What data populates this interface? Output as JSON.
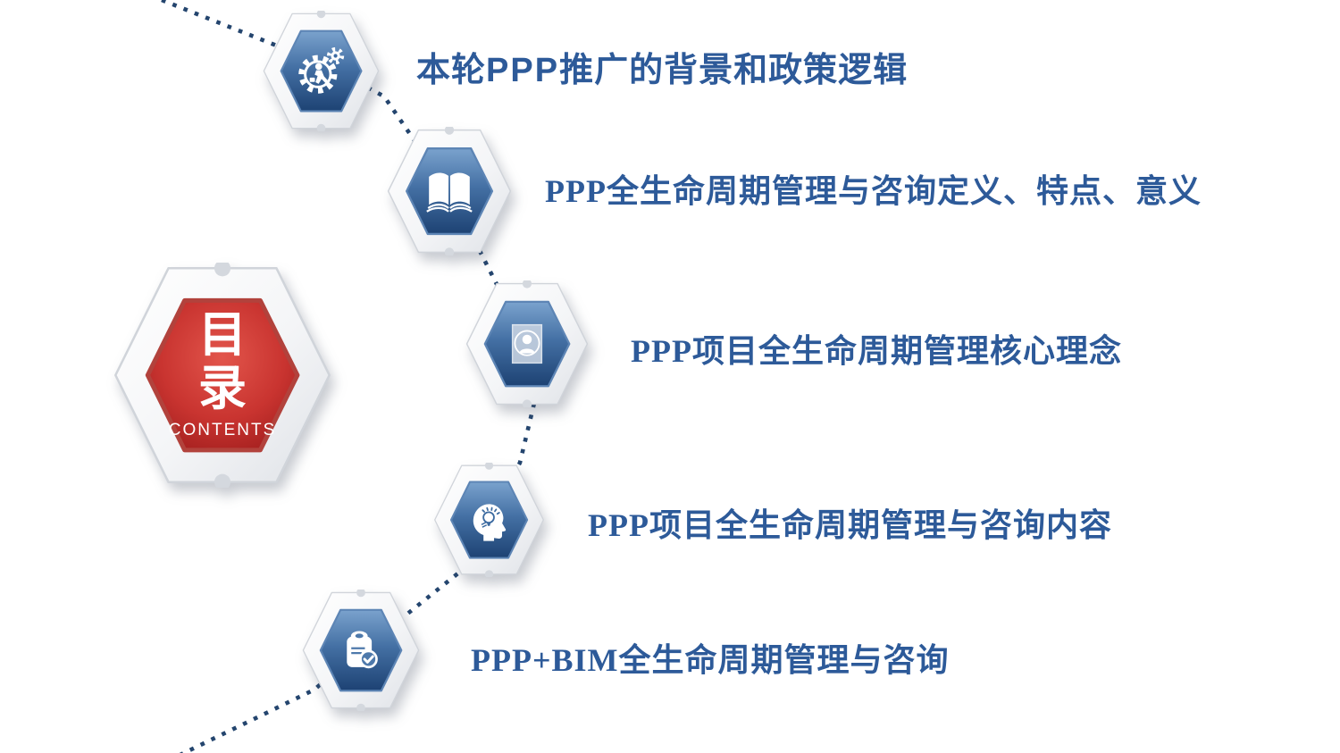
{
  "slide": {
    "type": "table-of-contents",
    "colors": {
      "background": "#ffffff",
      "label_text": "#2d5a99",
      "hex_blue_top": "#7aa2cd",
      "hex_blue_bottom": "#1d4273",
      "hex_red_center": "#e2554b",
      "hex_red_edge": "#9c1b1b",
      "frame_white": "#f7f8fa",
      "frame_edge": "#d0d4da",
      "dotted_line": "#24456e"
    }
  },
  "toc_badge": {
    "char1": "目",
    "char2": "录",
    "subtitle": "CONTENTS"
  },
  "items": [
    {
      "icon": "gear-person-icon",
      "label_head": "本轮",
      "label_ppp": "PPP",
      "label_tail": "推广的背景和政策逻辑"
    },
    {
      "icon": "open-book-icon",
      "label": "PPP全生命周期管理与咨询定义、特点、意义"
    },
    {
      "icon": "portrait-photo-icon",
      "label": "PPP项目全生命周期管理核心理念"
    },
    {
      "icon": "head-idea-bulb-icon",
      "label": "PPP项目全生命周期管理与咨询内容"
    },
    {
      "icon": "clipboard-check-icon",
      "label": "PPP+BIM全生命周期管理与咨询"
    }
  ]
}
